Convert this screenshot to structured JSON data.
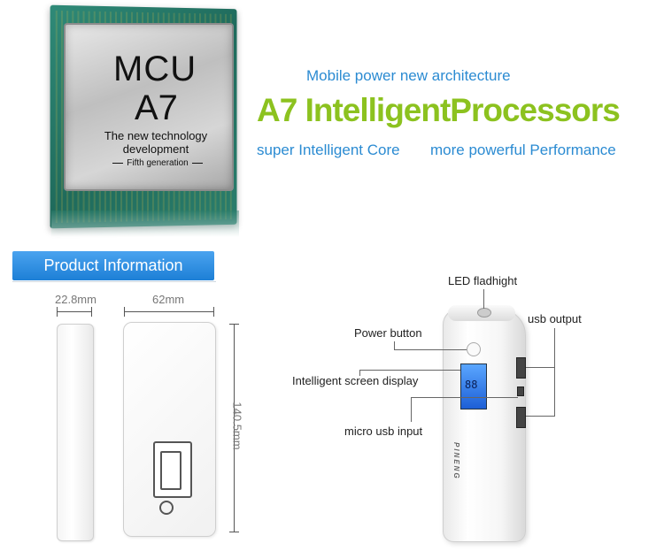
{
  "chip": {
    "title": "MCU",
    "model": "A7",
    "subtitle": "The new technology development",
    "generation": "Fifth generation"
  },
  "headline": {
    "top": "Mobile power new architecture",
    "main": "A7 IntelligentProcessors",
    "sub_left": "super Intelligent Core",
    "sub_right": "more powerful Performance"
  },
  "product_info": {
    "tab_label": "Product Information",
    "width_side": "22.8mm",
    "width_front": "62mm",
    "height": "140.5mm"
  },
  "device": {
    "labels": {
      "led": "LED fladhight",
      "usb_output": "usb output",
      "power_button": "Power button",
      "screen": "Intelligent screen display",
      "micro_usb": "micro usb input"
    },
    "lcd_value": "88",
    "brand": "PINENG"
  },
  "colors": {
    "blue_text": "#2b8bd2",
    "green_headline": "#8cc21f",
    "tab_blue": "#1d7fd6"
  }
}
